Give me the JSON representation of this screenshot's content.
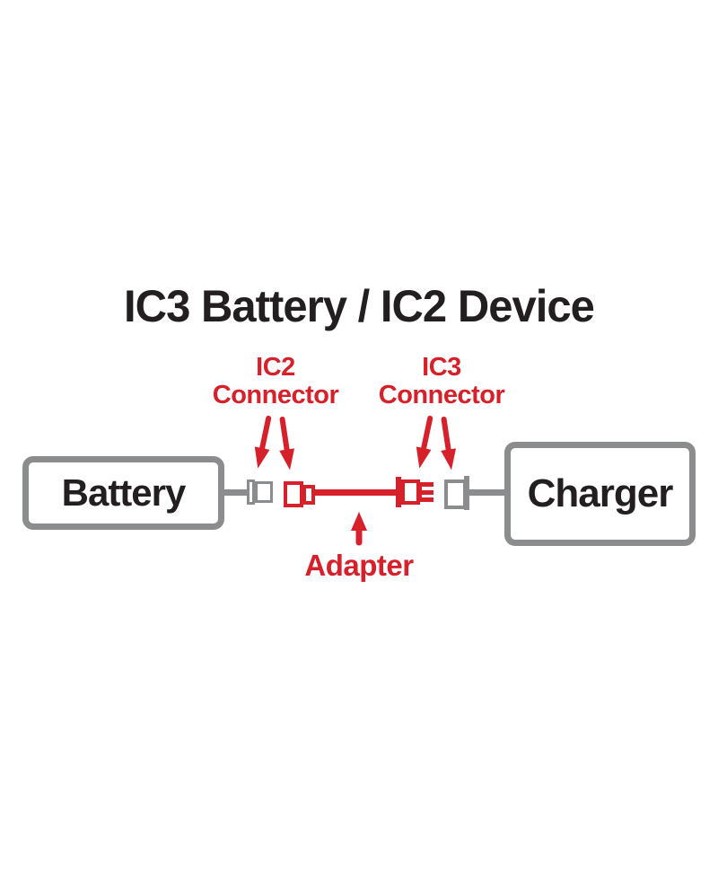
{
  "title": "IC3 Battery / IC2 Device",
  "labels": {
    "ic2": {
      "line1": "IC2",
      "line2": "Connector"
    },
    "ic3": {
      "line1": "IC3",
      "line2": "Connector"
    },
    "adapter": "Adapter"
  },
  "nodes": {
    "battery": "Battery",
    "charger": "Charger"
  },
  "colors": {
    "red": "#d6202a",
    "gray": "#8a8c8e",
    "ink": "#231f20",
    "bg": "#ffffff"
  }
}
